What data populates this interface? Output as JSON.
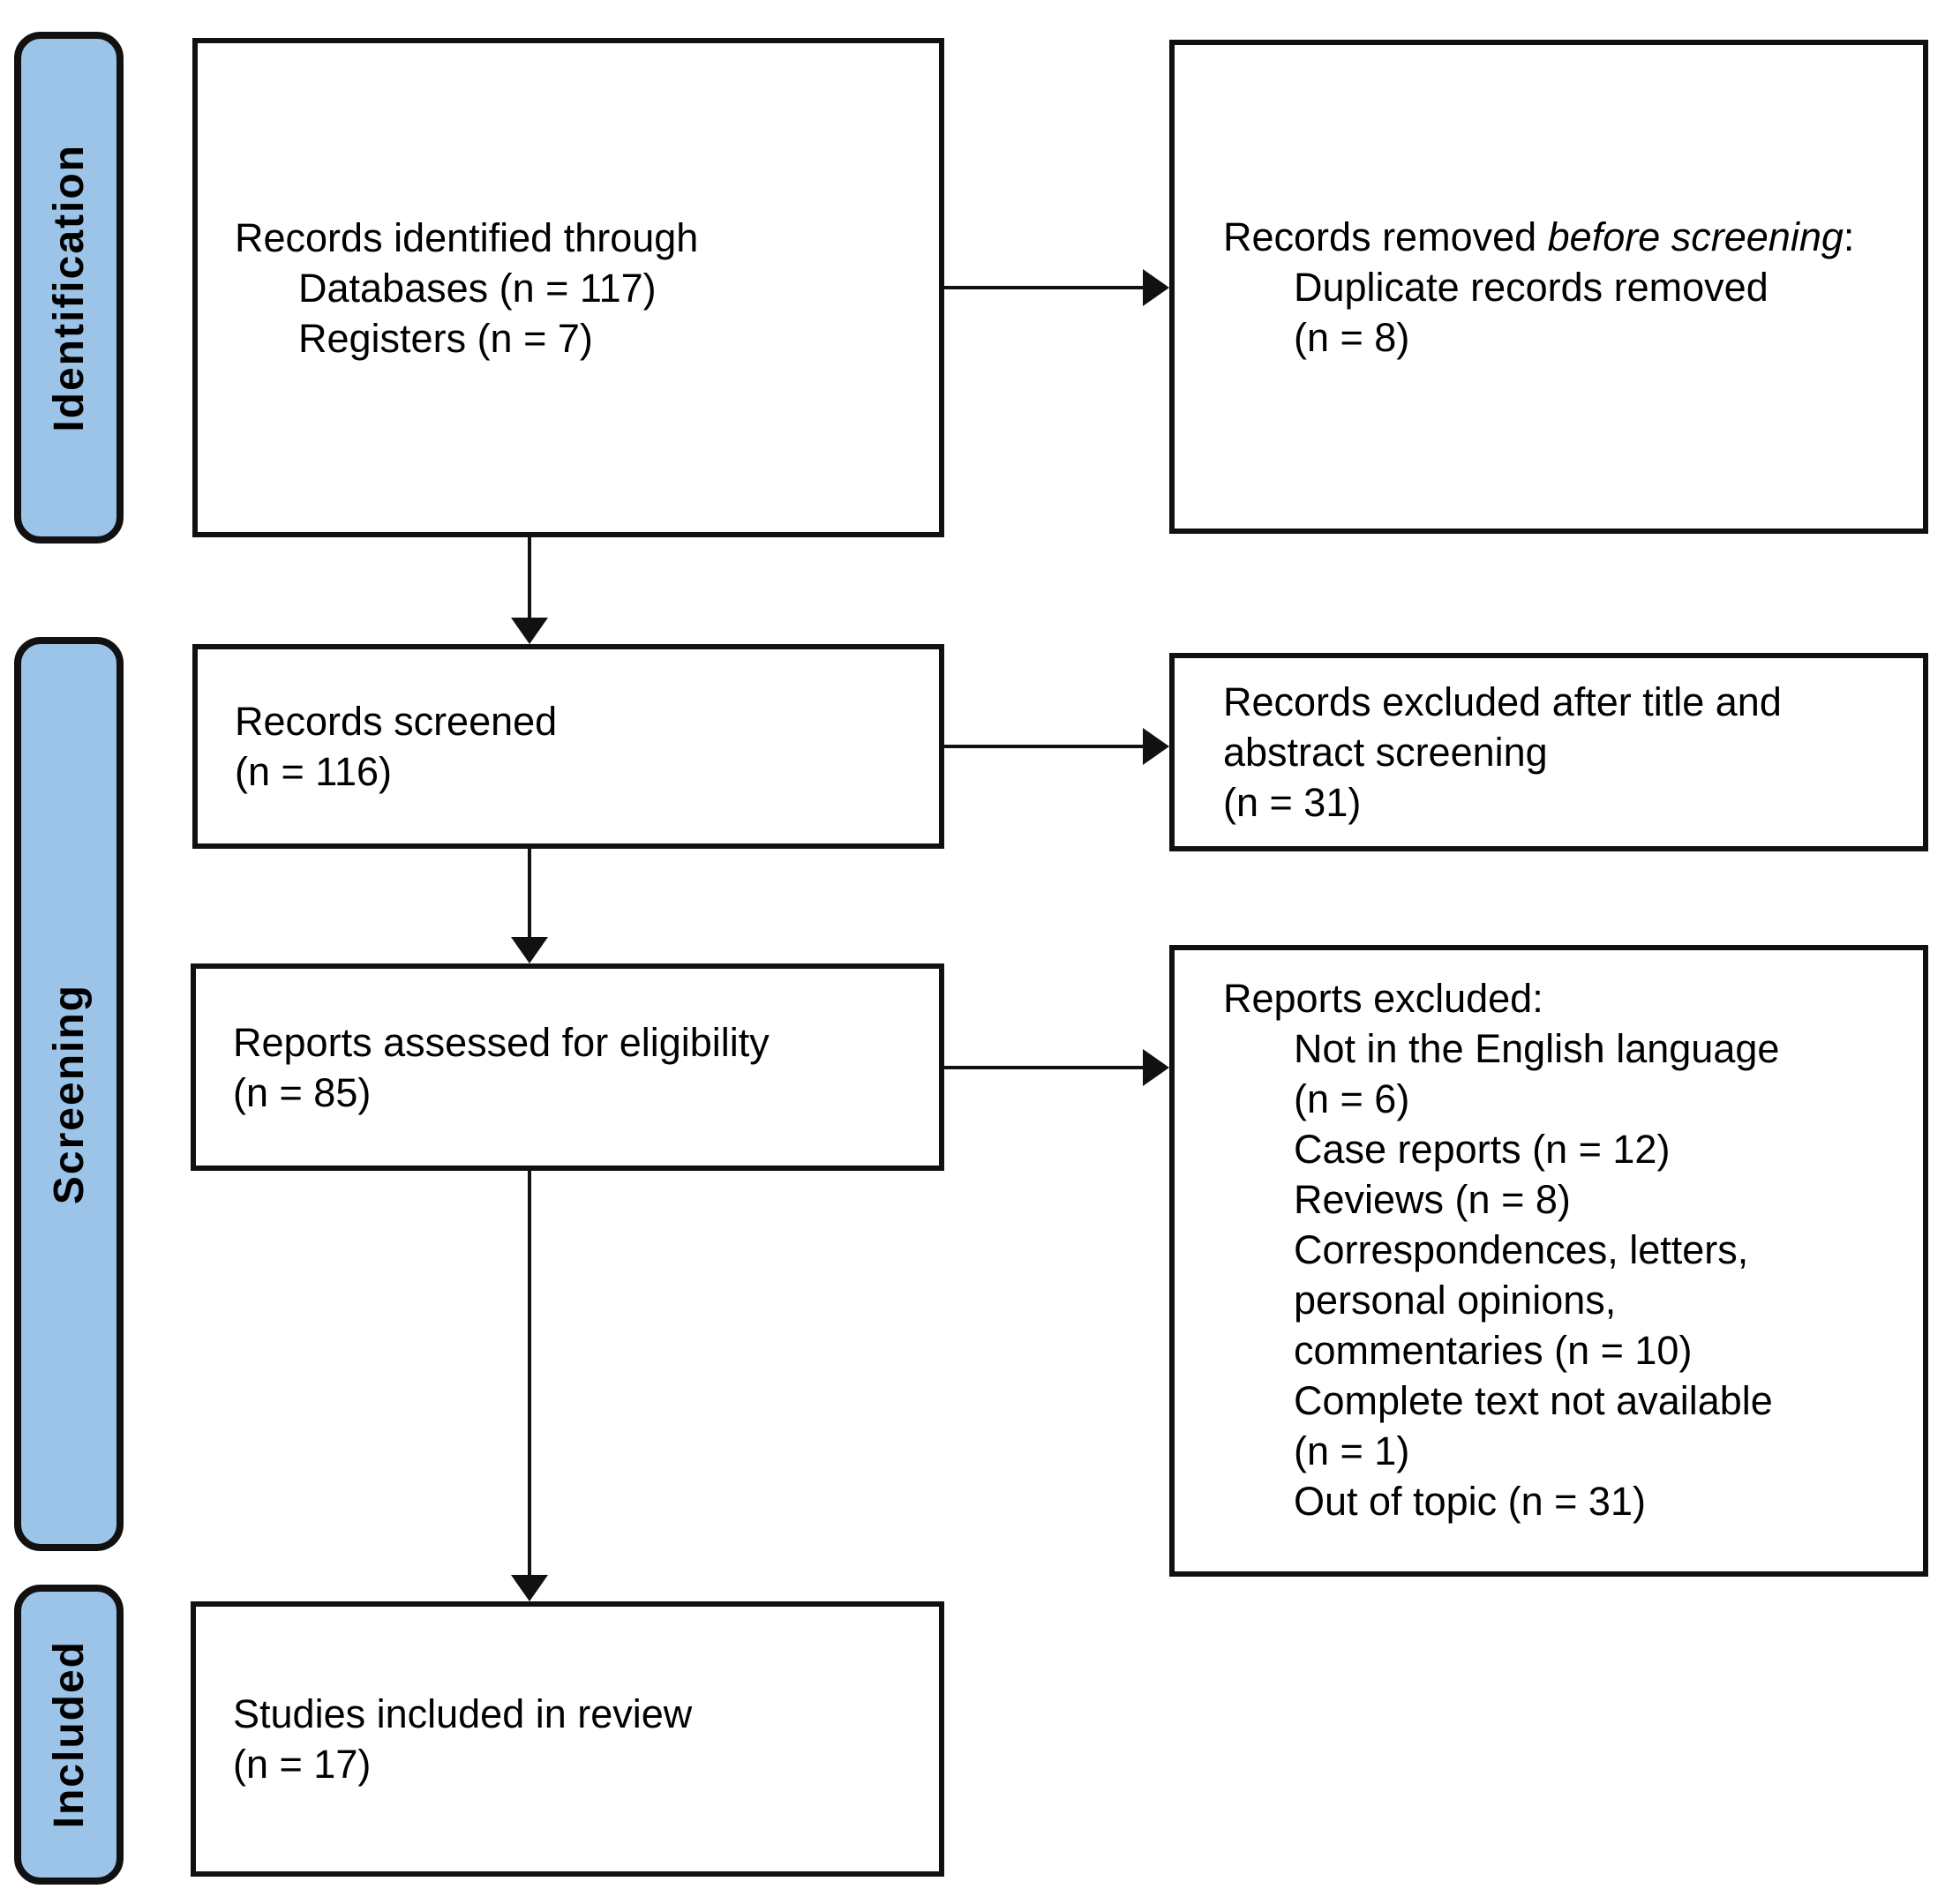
{
  "stages": {
    "identification": "Identification",
    "screening": "Screening",
    "included": "Included"
  },
  "boxes": {
    "identified": {
      "heading": "Records identified through",
      "sources": "Databases (n = 117)\nRegisters (n = 7)"
    },
    "removed": {
      "lead": "Records removed ",
      "emphasis": "before screening",
      "suffix": ":",
      "detail": "Duplicate records removed\n(n = 8)"
    },
    "screened": {
      "text": "Records screened\n(n = 116)"
    },
    "excluded_screening": {
      "text": "Records excluded after title and\nabstract screening\n(n = 31)"
    },
    "assessed": {
      "text": "Reports assessed for eligibility\n(n = 85)"
    },
    "reports_excluded": {
      "heading": "Reports excluded:",
      "reasons": [
        "Not in the English language\n(n = 6)",
        "Case reports (n = 12)",
        "Reviews (n = 8)",
        "Correspondences, letters,\npersonal opinions,\ncommentaries (n = 10)",
        "Complete text not available\n(n = 1)",
        "Out of topic (n = 31)"
      ]
    },
    "included_studies": {
      "text": "Studies included in review\n(n = 17)"
    }
  },
  "colors": {
    "stage_fill": "#9cc3e8",
    "outline": "#111111",
    "text": "#000000",
    "background": "#ffffff"
  }
}
